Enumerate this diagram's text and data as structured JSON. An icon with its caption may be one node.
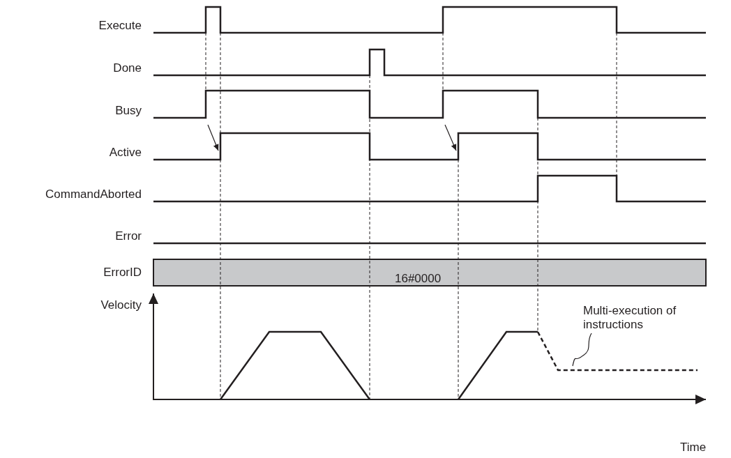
{
  "diagram": {
    "nodes": [
      {
        "text": [
          "Multi-execution of instructions"
        ]
      },
      {
        "text": [],
        "shape": "line"
      }
    ],
    "edges": [
      {
        "from": 0,
        "to": 1,
        "arrow": "none"
      }
    ],
    "labels": [
      "Execute",
      "Done",
      "Busy",
      "Active",
      "CommandAborted",
      "Error",
      "ErrorID",
      "16#0000",
      "Velocity",
      "Time"
    ]
  }
}
